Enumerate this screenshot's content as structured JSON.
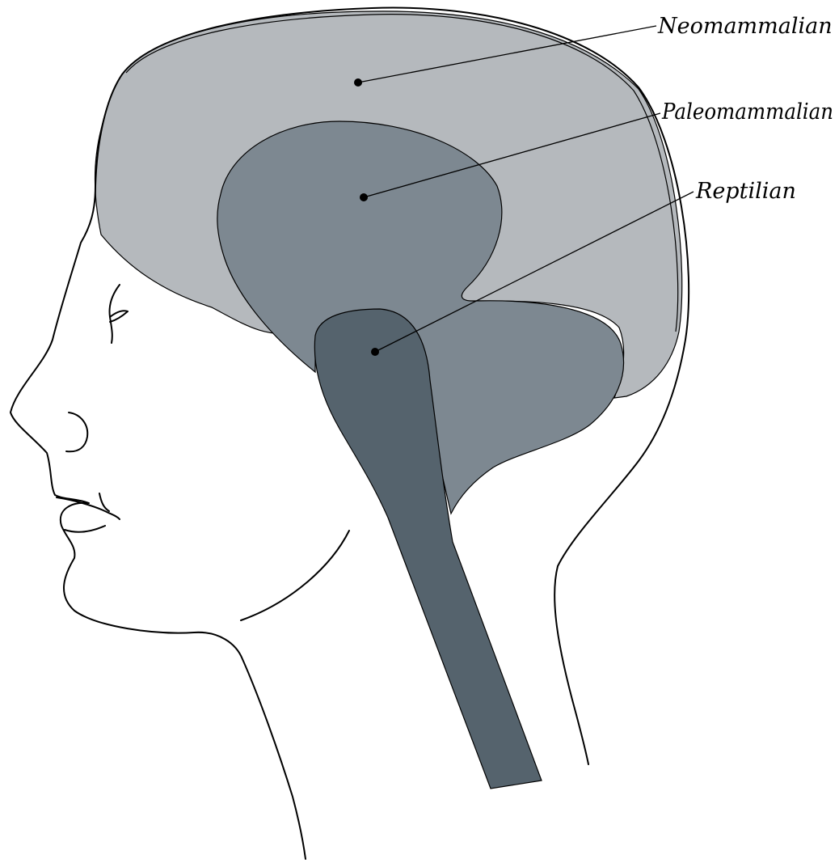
{
  "labels": {
    "neomammalian": "Neomammalian",
    "paleomammalian": "Paleomammalian",
    "reptilian": "Reptilian"
  },
  "colors": {
    "neomammalian": "#b5b9bd",
    "paleomammalian": "#7d8891",
    "reptilian": "#55636d",
    "outline": "#000000",
    "background": "#ffffff"
  }
}
